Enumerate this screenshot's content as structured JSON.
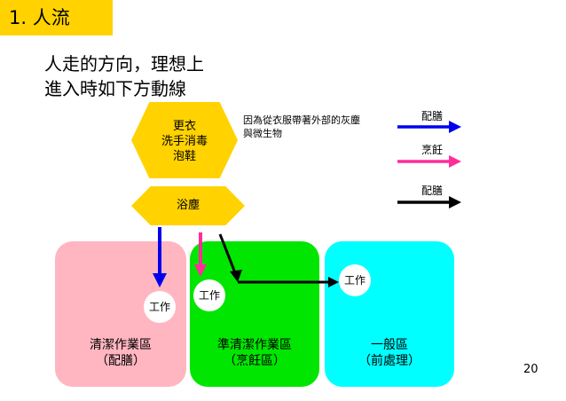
{
  "slide": {
    "title": "1. 人流",
    "intro_line1": "人走的方向，理想上",
    "intro_line2": "進入時如下方動線",
    "note_line1": "因為從衣服帶著外部的灰塵",
    "note_line2": "與微生物",
    "page_number": "20"
  },
  "stations": {
    "changing_line1": "更衣",
    "changing_line2": "洗手消毒",
    "changing_line3": "泡鞋",
    "dust_shower": "浴塵"
  },
  "zones": [
    {
      "line1": "清潔作業區",
      "line2": "（配膳）",
      "color": "#FFB6C1"
    },
    {
      "line1": "準清潔作業區",
      "line2": "（烹飪區）",
      "color": "#00E600"
    },
    {
      "line1": "一般區",
      "line2": "（前處理）",
      "color": "#00FFFF"
    }
  ],
  "work_label": "工作",
  "legend": [
    {
      "label": "配膳",
      "color": "#0000EE"
    },
    {
      "label": "烹飪",
      "color": "#FF2D9A"
    },
    {
      "label": "配膳",
      "color": "#000000"
    }
  ],
  "colors": {
    "accent": "#FFD200"
  }
}
